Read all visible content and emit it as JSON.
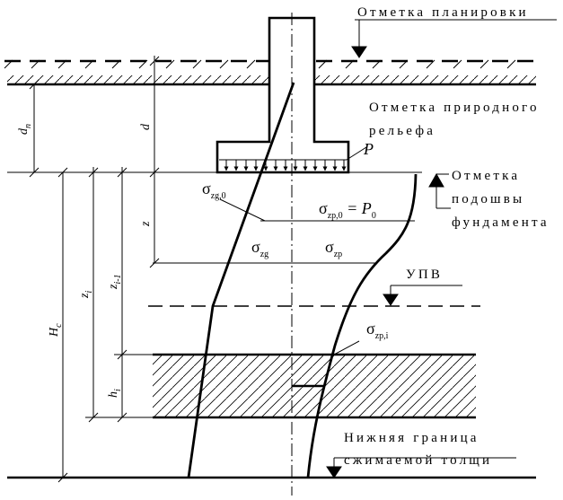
{
  "labels": {
    "grade_mark": "Отметка планировки",
    "natural_relief_1": "Отметка природного",
    "natural_relief_2": "рельефа",
    "footing_base_1": "Отметка",
    "footing_base_2": "подошвы",
    "footing_base_3": "фундамента",
    "groundwater": "УПВ",
    "lower_boundary_1": "Нижняя граница",
    "lower_boundary_2": "сжимаемой толщи",
    "pressure": "P"
  },
  "symbols": {
    "sigma": "σ",
    "zg0_sub": "zg,0",
    "zp0_sub": "zp,0",
    "zp0_eq": " = P",
    "zp0_eq_sub": "0",
    "zg_sub": "zg",
    "zp_sub": "zp",
    "zpi_sub": "zp,i"
  },
  "dimensions": {
    "dn": "d",
    "dn_sub": "n",
    "d": "d",
    "z": "z",
    "zi": "z",
    "zi_sub": "i",
    "zi1": "z",
    "zi1_sub": "i-1",
    "Hc": "H",
    "Hc_sub": "c",
    "hi": "h",
    "hi_sub": "i"
  }
}
